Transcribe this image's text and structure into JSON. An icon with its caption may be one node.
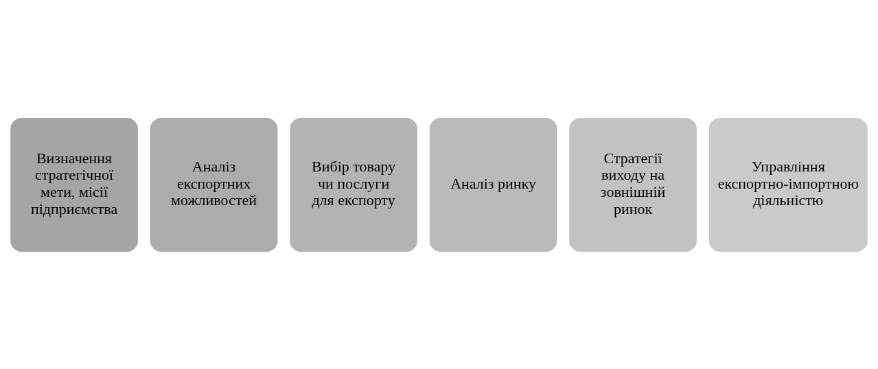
{
  "diagram": {
    "nodes": [
      {
        "text": [
          "Визначення стратегічної мети, місії підприємства"
        ]
      },
      {
        "text": [
          "Аналіз експортних можливостей"
        ]
      },
      {
        "text": [
          "Вибір товару чи послуги для експорту"
        ]
      },
      {
        "text": [
          "Аналіз ринку"
        ]
      },
      {
        "text": [
          "Стратегії виходу на зовнішній ринок"
        ]
      },
      {
        "text": [
          "Управління експортно-імпортною діяльністю"
        ]
      }
    ]
  }
}
